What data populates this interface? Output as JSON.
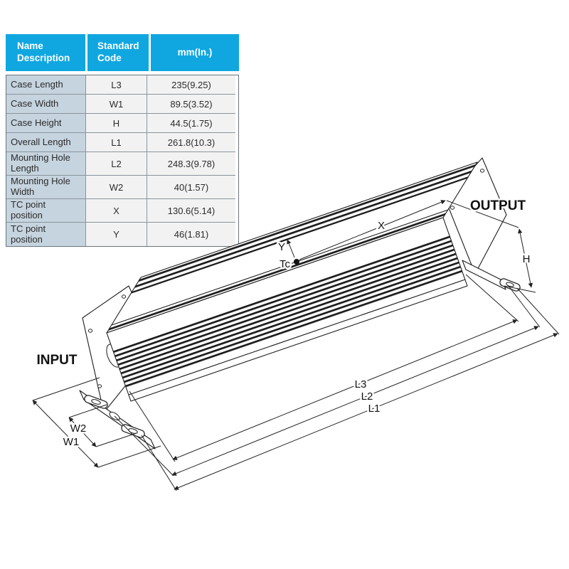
{
  "table": {
    "headers": [
      "Name Description",
      "Standard Code",
      "mm(In.)"
    ],
    "rows": [
      [
        "Case Length",
        "L3",
        "235(9.25)"
      ],
      [
        "Case Width",
        "W1",
        "89.5(3.52)"
      ],
      [
        "Case Height",
        "H",
        "44.5(1.75)"
      ],
      [
        "Overall Length",
        "L1",
        "261.8(10.3)"
      ],
      [
        "Mounting Hole Length",
        "L2",
        "248.3(9.78)"
      ],
      [
        "Mounting Hole Width",
        "W2",
        "40(1.57)"
      ],
      [
        "TC point position",
        "X",
        "130.6(5.14)"
      ],
      [
        "TC point position",
        "Y",
        "46(1.81)"
      ]
    ]
  },
  "diagram": {
    "labels": {
      "input": "INPUT",
      "output": "OUTPUT",
      "x": "X",
      "y": "Y",
      "tc": "Tc",
      "h": "H",
      "l3": "L3",
      "l2": "L2",
      "l1": "L1",
      "w1": "W1",
      "w2": "W2"
    }
  },
  "colors": {
    "header_bg": "#10a7e1",
    "header_text": "#ffffff",
    "row_label_bg": "#c6d4df",
    "row_value_bg": "#f2f2f2",
    "table_border": "#8a959c",
    "line": "#1c1c1c",
    "page_bg": "#ffffff"
  }
}
